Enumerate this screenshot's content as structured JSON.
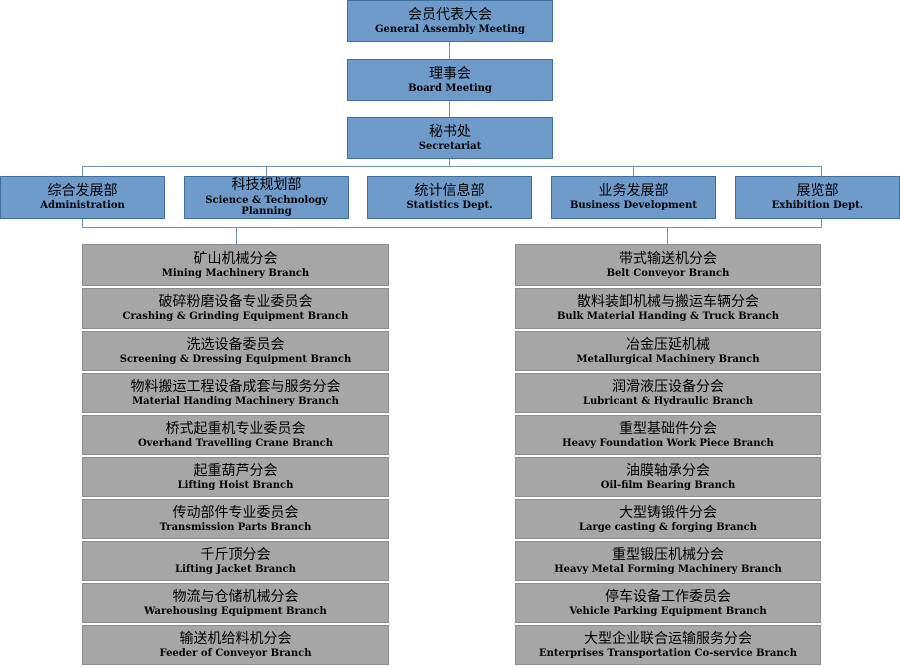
{
  "top": [
    {
      "zh": "会员代表大会",
      "en": "General Assembly Meeting"
    },
    {
      "zh": "理事会",
      "en": "Board Meeting"
    },
    {
      "zh": "秘书处",
      "en": "Secretariat"
    }
  ],
  "depts": [
    {
      "zh": "综合发展部",
      "en": "Administration"
    },
    {
      "zh": "科技规划部",
      "en": "Science & Technology Planning"
    },
    {
      "zh": "统计信息部",
      "en": "Statistics Dept."
    },
    {
      "zh": "业务发展部",
      "en": "Business Development"
    },
    {
      "zh": "展览部",
      "en": "Exhibition Dept."
    }
  ],
  "left_branches": [
    {
      "zh": "矿山机械分会",
      "en": "Mining Machinery Branch"
    },
    {
      "zh": "破碎粉磨设备专业委员会",
      "en": "Crashing & Grinding Equipment Branch"
    },
    {
      "zh": "洗选设备委员会",
      "en": "Screening & Dressing Equipment Branch"
    },
    {
      "zh": "物料搬运工程设备成套与服务分会",
      "en": "Material Handing Machinery Branch"
    },
    {
      "zh": "桥式起重机专业委员会",
      "en": "Overhand Travelling Crane Branch"
    },
    {
      "zh": "起重葫芦分会",
      "en": "Lifting Hoist Branch"
    },
    {
      "zh": "传动部件专业委员会",
      "en": "Transmission Parts Branch"
    },
    {
      "zh": "千斤顶分会",
      "en": "Lifting Jacket Branch"
    },
    {
      "zh": "物流与仓储机械分会",
      "en": "Warehousing Equipment Branch"
    },
    {
      "zh": "输送机给料机分会",
      "en": "Feeder of Conveyor   Branch"
    }
  ],
  "right_branches": [
    {
      "zh": "带式输送机分会",
      "en": "Belt Conveyor Branch"
    },
    {
      "zh": "散料装卸机械与搬运车辆分会",
      "en": "Bulk Material Handing & Truck Branch"
    },
    {
      "zh": "冶金压延机械",
      "en": "Metallurgical Machinery Branch"
    },
    {
      "zh": "润滑液压设备分会",
      "en": "Lubricant & Hydraulic Branch"
    },
    {
      "zh": "重型基础件分会",
      "en": "Heavy Foundation Work Piece Branch"
    },
    {
      "zh": "油膜轴承分会",
      "en": "Oil-film Bearing Branch"
    },
    {
      "zh": "大型铸锻件分会",
      "en": "Large casting &  forging Branch"
    },
    {
      "zh": "重型锻压机械分会",
      "en": "Heavy Metal Forming Machinery Branch"
    },
    {
      "zh": "停车设备工作委员会",
      "en": "Vehicle Parking Equipment Branch"
    },
    {
      "zh": "大型企业联合运输服务分会",
      "en": "Enterprises Transportation Co-service   Branch"
    }
  ],
  "colors": {
    "header_fill": "#6f9bca",
    "branch_fill": "#a6a6a6",
    "connector": "#6f93b8"
  }
}
